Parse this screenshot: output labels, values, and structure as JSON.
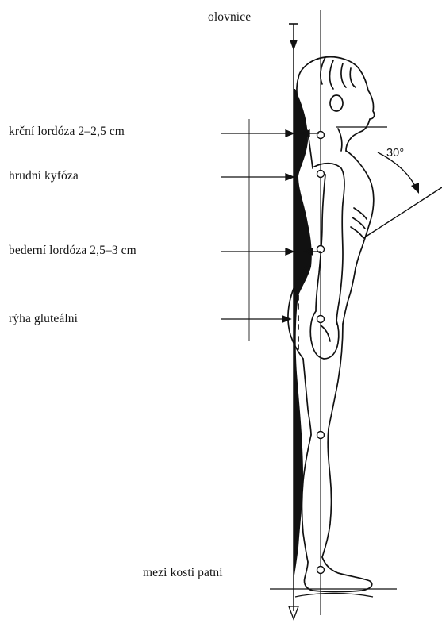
{
  "diagram": {
    "labels": {
      "plumb_line": "olovnice",
      "cervical_lordosis": "krční lordóza 2–2,5 cm",
      "thoracic_kyphosis": "hrudní kyfóza",
      "lumbar_lordosis": "bederní lordóza 2,5–3 cm",
      "gluteal_fold": "rýha gluteální",
      "between_heels": "mezi kosti patní",
      "pelvic_angle": "30°"
    }
  }
}
